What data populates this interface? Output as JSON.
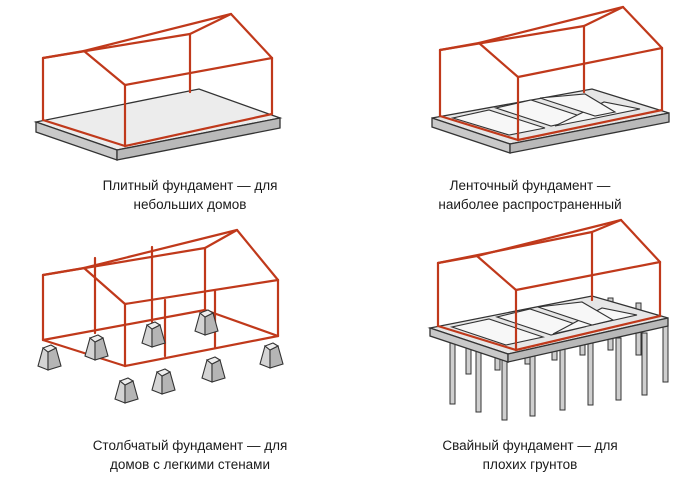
{
  "colors": {
    "frame": "#c0391b",
    "outline": "#333333",
    "fill_light": "#efefef",
    "fill_mid": "#dcdcdc",
    "fill_dark": "#b9b9b9"
  },
  "captions": {
    "slab": {
      "line1": "Плитный фундамент — для",
      "line2": "небольших домов"
    },
    "strip": {
      "line1": "Ленточный фундамент —",
      "line2": "наиболее распространенный"
    },
    "column": {
      "line1": "Столбчатый фундамент — для",
      "line2": "домов с легкими стенами"
    },
    "pile": {
      "line1": "Свайный фундамент — для",
      "line2": "плохих грунтов"
    }
  }
}
